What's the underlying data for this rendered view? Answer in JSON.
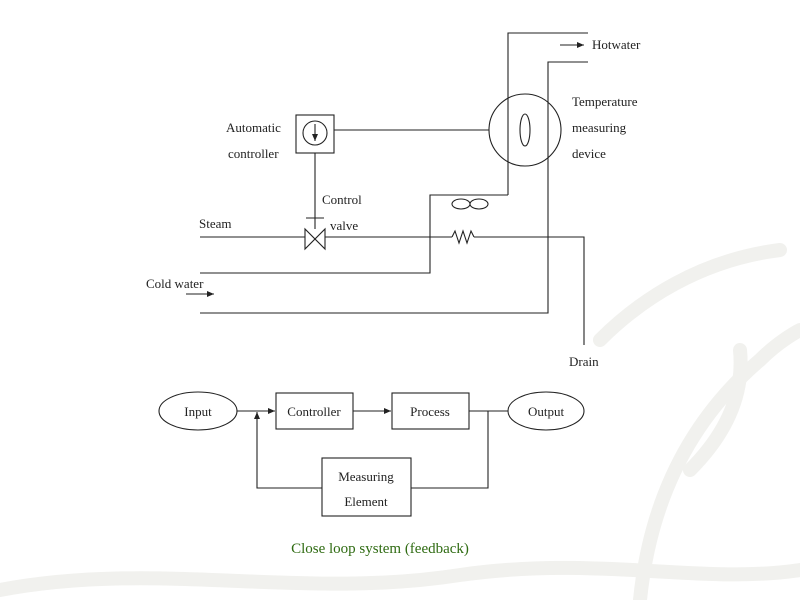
{
  "plant": {
    "hotwater": "Hotwater",
    "temp_device": [
      "Temperature",
      "measuring",
      "device"
    ],
    "controller": [
      "Automatic",
      "controller"
    ],
    "control_valve": [
      "Control",
      "valve"
    ],
    "steam": "Steam",
    "cold_water": "Cold water",
    "drain": "Drain"
  },
  "block": {
    "input": "Input",
    "controller": "Controller",
    "process": "Process",
    "output": "Output",
    "measuring": [
      "Measuring",
      "Element"
    ]
  },
  "caption": "Close loop system (feedback)",
  "colors": {
    "caption": "#2f6b12",
    "watermark": "#f1f1ee"
  }
}
